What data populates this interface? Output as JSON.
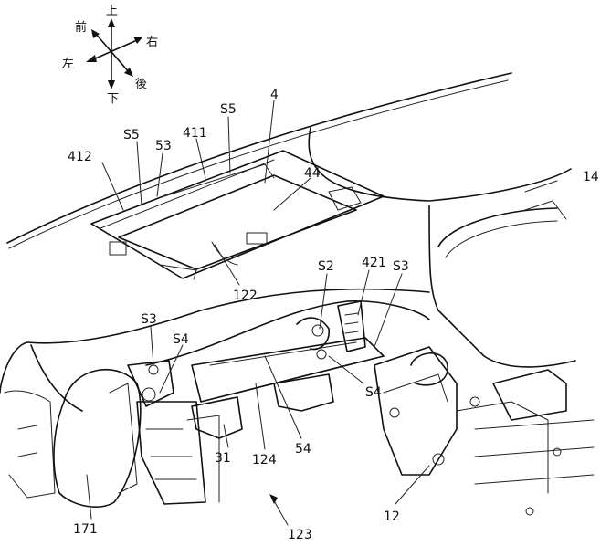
{
  "compass": {
    "up": "上",
    "down": "下",
    "front": "前",
    "rear": "後",
    "left": "左",
    "right": "右"
  },
  "labels": {
    "l4": "4",
    "l411": "411",
    "l412": "412",
    "l44": "44",
    "l53": "53",
    "s5_left": "S5",
    "s5_right": "S5",
    "l14": "14",
    "l122": "122",
    "s2": "S2",
    "l421": "421",
    "s3_right": "S3",
    "s3_left": "S3",
    "s4_left": "S4",
    "s4_right": "S4",
    "l31": "31",
    "l124": "124",
    "l54": "54",
    "l12": "12",
    "l171": "171",
    "l123": "123"
  }
}
